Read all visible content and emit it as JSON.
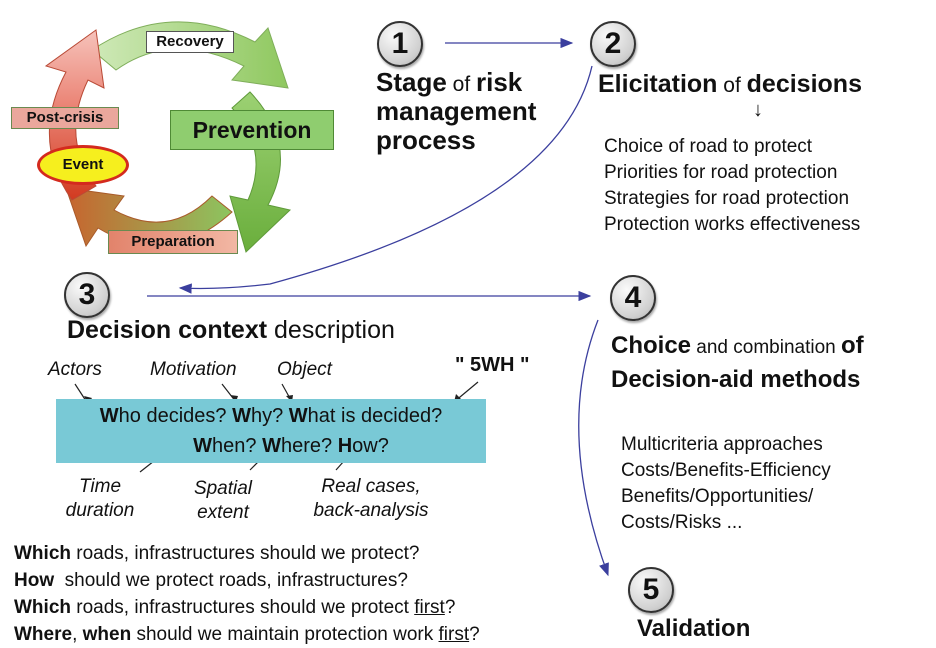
{
  "cycle": {
    "recovery": "Recovery",
    "post_crisis": "Post-crisis",
    "prevention": "Prevention",
    "event": "Event",
    "preparation": "Preparation"
  },
  "steps": [
    {
      "num": "1",
      "title_bold_1": "Stage",
      "title_light": " of ",
      "title_bold_2": "risk",
      "title_line2": "management",
      "title_line3": "process"
    },
    {
      "num": "2",
      "title_bold_1": "Elicitation",
      "title_light": " of ",
      "title_bold_2": " decisions",
      "arrow": "↓",
      "items": [
        "Choice of road to protect",
        "Priorities for road protection",
        "Strategies for road protection",
        "Protection works effectiveness"
      ]
    },
    {
      "num": "3",
      "title_bold": "Decision context",
      "title_light": " description"
    },
    {
      "num": "4",
      "line1_bold": "Choice",
      "line1_light": " and combination ",
      "line1_bold2": "of",
      "line2": "Decision-aid methods",
      "items": [
        "Multicriteria approaches",
        "Costs/Benefits-Efficiency",
        "Benefits/Opportunities/",
        "Costs/Risks ..."
      ]
    },
    {
      "num": "5",
      "title": "Validation"
    }
  ],
  "fivewh": {
    "label": "\" 5WH \"",
    "top_labels": {
      "actors": "Actors",
      "motivation": "Motivation",
      "object": "Object"
    },
    "box_line1": [
      {
        "b": "W",
        "t": "ho decides? "
      },
      {
        "b": "W",
        "t": "hy? "
      },
      {
        "b": "W",
        "t": "hat is decided?"
      }
    ],
    "box_line2": [
      {
        "b": "W",
        "t": "hen? "
      },
      {
        "b": "W",
        "t": "here? "
      },
      {
        "b": "H",
        "t": "ow?"
      }
    ],
    "bottom_labels": {
      "time_1": "Time",
      "time_2": "duration",
      "spatial_1": "Spatial",
      "spatial_2": "extent",
      "real_1": "Real cases,",
      "real_2": "back-analysis"
    }
  },
  "questions": [
    {
      "bold": "Which",
      "text": " roads, infrastructures should we protect?",
      "u": "",
      "end": ""
    },
    {
      "bold": "How",
      "text": "  should we protect roads, infrastructures?",
      "u": "",
      "end": ""
    },
    {
      "bold": "Which",
      "text": " roads, infrastructures should we protect ",
      "u": "first",
      "end": "?"
    },
    {
      "bold": "Where",
      "text": ", ",
      "bold2": "when",
      "text2": " should we maintain protection work ",
      "u": "first",
      "end": "?"
    }
  ],
  "colors": {
    "box": "#79c9d6",
    "arrow": "#3b3f9e",
    "prevention": "#8fcd6f",
    "postcrisis": "#e9a39a",
    "event": "#f6ef1e",
    "event_border": "#d42a1e"
  }
}
